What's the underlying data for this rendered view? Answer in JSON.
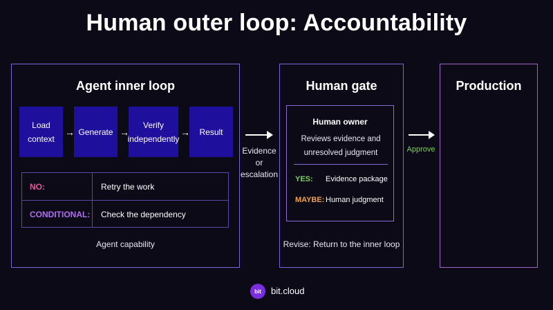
{
  "title": "Human outer loop: Accountability",
  "agent_panel": {
    "title": "Agent inner loop",
    "steps": [
      "Load context",
      "Generate",
      "Verify independently",
      "Result"
    ],
    "conditions": [
      {
        "key": "NO:",
        "value": "Retry the work",
        "color": "#e0589a"
      },
      {
        "key": "CONDITIONAL:",
        "value": "Check the dependency",
        "color": "#b06ef0"
      }
    ],
    "caption": "Agent capability"
  },
  "handoff": {
    "label_line1": "Evidence",
    "label_line2": "or",
    "label_line3": "escalation"
  },
  "gate_panel": {
    "title": "Human gate",
    "owner_title": "Human owner",
    "owner_desc_line1": "Reviews evidence and",
    "owner_desc_line2": "unresolved judgment",
    "options": [
      {
        "key": "YES:",
        "value": "Evidence package",
        "color": "#7ad25a"
      },
      {
        "key": "MAYBE:",
        "value": "Human judgment",
        "color": "#f0a04a"
      }
    ],
    "caption": "Revise: Return to the inner loop"
  },
  "approve": {
    "label": "Approve",
    "color": "#7ad25a"
  },
  "production_panel": {
    "title": "Production"
  },
  "footer": {
    "logo_text": "bit",
    "brand": "bit.cloud"
  },
  "colors": {
    "background": "#0b0a16",
    "step_fill": "#1e0f9c",
    "panel_border": "#7b68d8"
  }
}
